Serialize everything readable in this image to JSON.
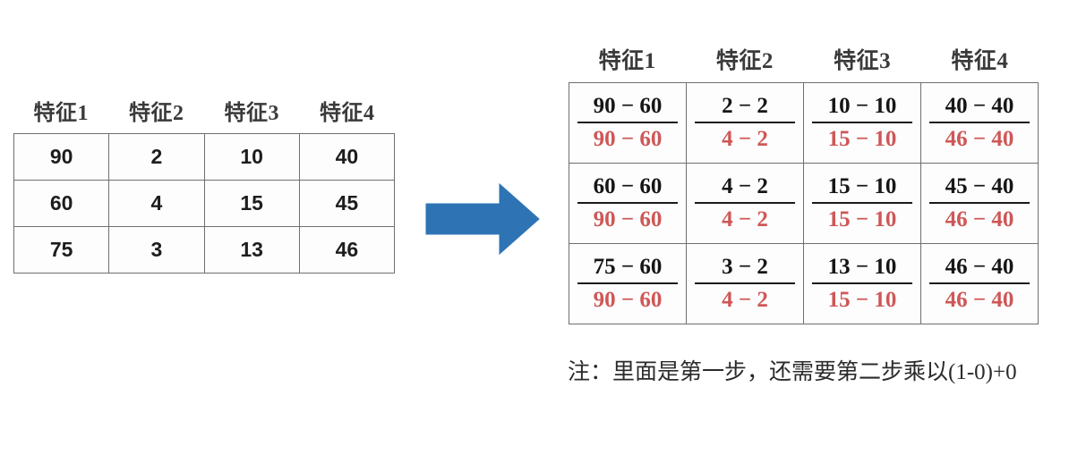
{
  "colors": {
    "arrow_blue": "#2E74B5",
    "denominator_red": "#CF5757",
    "numerator_black": "#161616",
    "table_border": "#6F6F6F",
    "background": "#FFFFFF"
  },
  "source_table": {
    "headers": [
      "特征1",
      "特征2",
      "特征3",
      "特征4"
    ],
    "rows": [
      [
        "90",
        "2",
        "10",
        "40"
      ],
      [
        "60",
        "4",
        "15",
        "45"
      ],
      [
        "75",
        "3",
        "13",
        "46"
      ]
    ]
  },
  "arrow": {
    "icon": "right-arrow-icon",
    "direction": "right"
  },
  "result_table": {
    "headers": [
      "特征1",
      "特征2",
      "特征3",
      "特征4"
    ],
    "rows": [
      [
        {
          "numerator": "90 − 60",
          "denominator": "90 − 60"
        },
        {
          "numerator": "2 − 2",
          "denominator": "4 − 2"
        },
        {
          "numerator": "10 − 10",
          "denominator": "15 − 10"
        },
        {
          "numerator": "40 − 40",
          "denominator": "46 − 40"
        }
      ],
      [
        {
          "numerator": "60 − 60",
          "denominator": "90 − 60"
        },
        {
          "numerator": "4 − 2",
          "denominator": "4 − 2"
        },
        {
          "numerator": "15 − 10",
          "denominator": "15 − 10"
        },
        {
          "numerator": "45 − 40",
          "denominator": "46 − 40"
        }
      ],
      [
        {
          "numerator": "75 − 60",
          "denominator": "90 − 60"
        },
        {
          "numerator": "3 − 2",
          "denominator": "4 − 2"
        },
        {
          "numerator": "13 − 10",
          "denominator": "15 − 10"
        },
        {
          "numerator": "46 − 40",
          "denominator": "46 − 40"
        }
      ]
    ]
  },
  "caption": {
    "line1": "注：里面是第一步，还需要第二步乘以",
    "line2": "(1-0)+0"
  }
}
